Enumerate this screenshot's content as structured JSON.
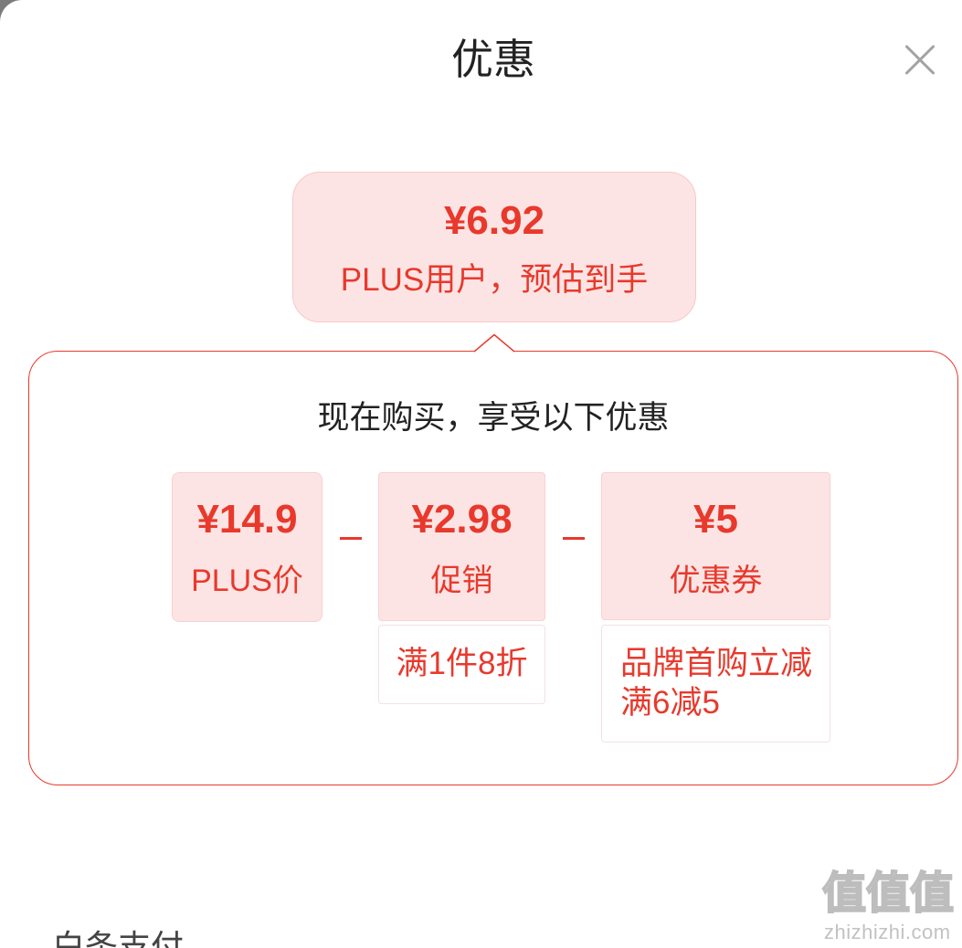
{
  "header": {
    "title": "优惠",
    "close_icon": "close-icon"
  },
  "estimate": {
    "price": "¥6.92",
    "label": "PLUS用户，预估到手"
  },
  "breakdown": {
    "heading": "现在购买，享受以下优惠",
    "operator_icon": "minus-icon",
    "items": [
      {
        "price": "¥14.9",
        "label": "PLUS价"
      },
      {
        "price": "¥2.98",
        "label": "促销",
        "details": [
          "满1件8折"
        ]
      },
      {
        "price": "¥5",
        "label": "优惠券",
        "details": [
          "品牌首购立减",
          "满6减5"
        ]
      }
    ]
  },
  "next_section": {
    "title": "白条支付"
  },
  "watermark": {
    "logo": "值值值",
    "site": "zhizhizhi.com"
  },
  "colors": {
    "accent_red": "#e8392c",
    "pink_bg": "#fde4e4",
    "pink_border": "#f8c8c8",
    "text_dark": "#222222"
  }
}
